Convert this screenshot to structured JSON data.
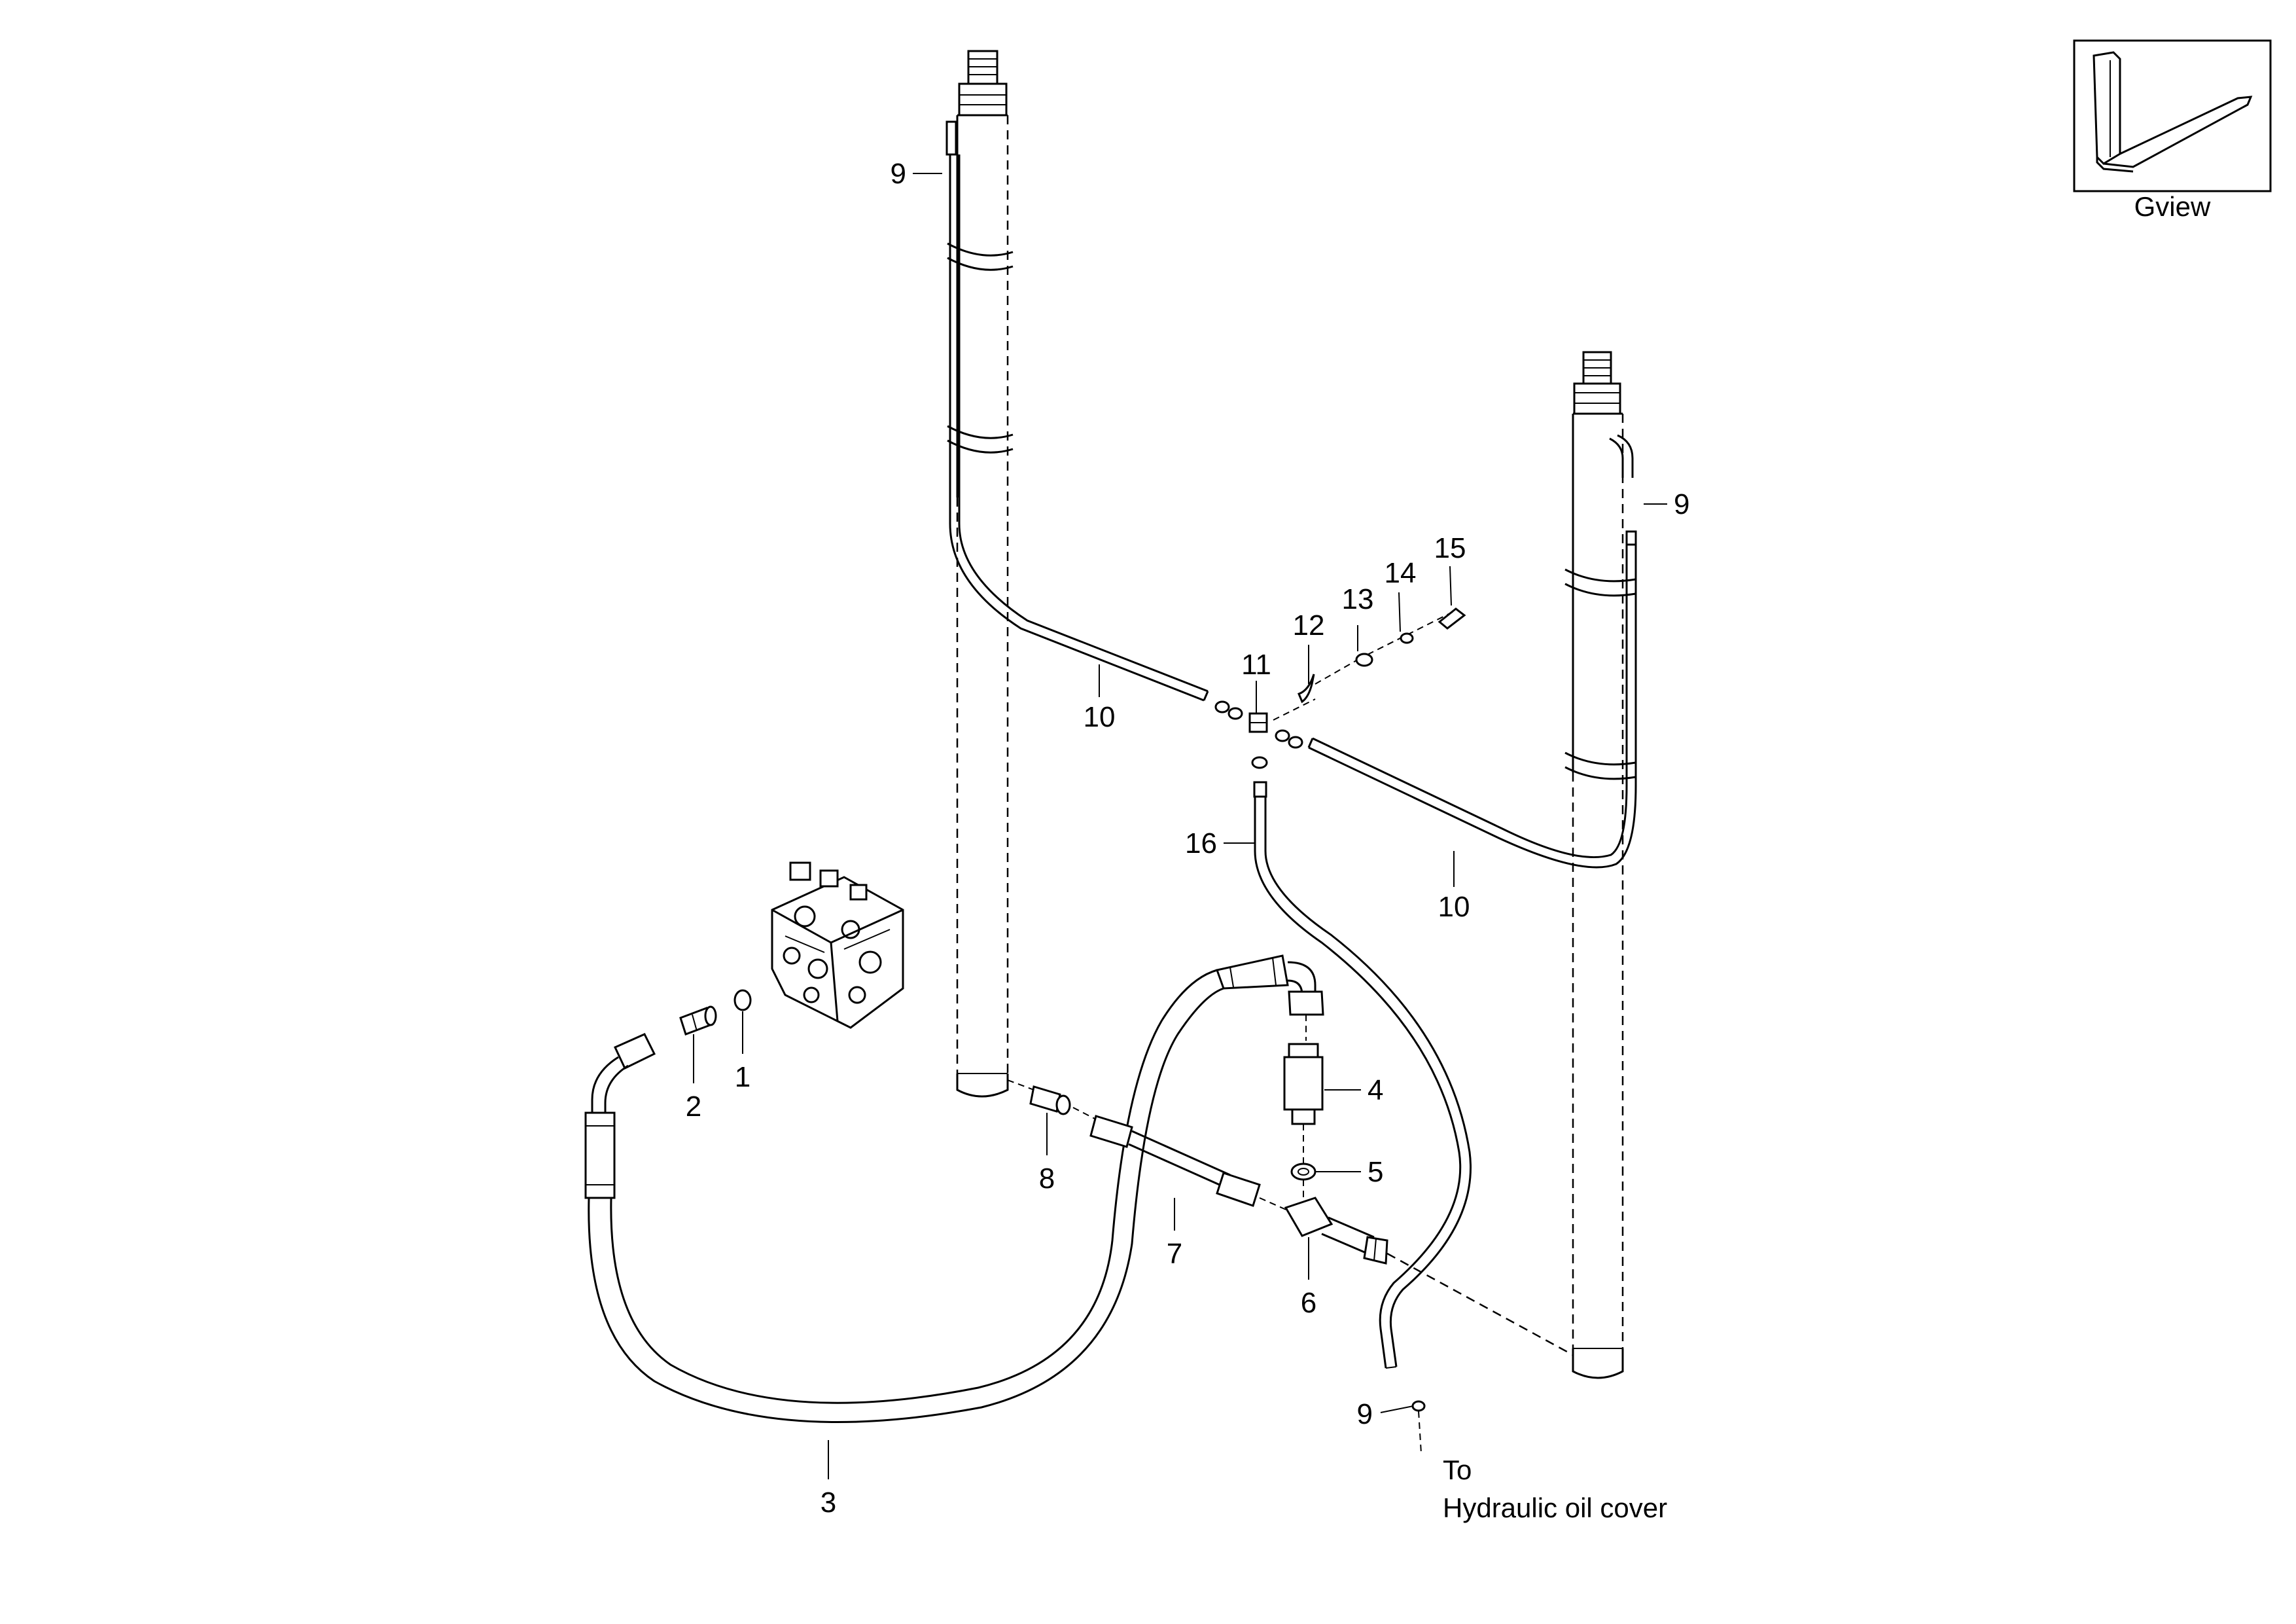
{
  "callouts": {
    "c1": "1",
    "c2": "2",
    "c3": "3",
    "c4": "4",
    "c5": "5",
    "c6": "6",
    "c7": "7",
    "c8": "8",
    "c9a": "9",
    "c9b": "9",
    "c9c": "9",
    "c10a": "10",
    "c10b": "10",
    "c11": "11",
    "c12": "12",
    "c13": "13",
    "c14": "14",
    "c15": "15",
    "c16": "16"
  },
  "note": {
    "line1": "To",
    "line2": "Hydraulic oil cover"
  },
  "gview": {
    "label": "Gview"
  }
}
